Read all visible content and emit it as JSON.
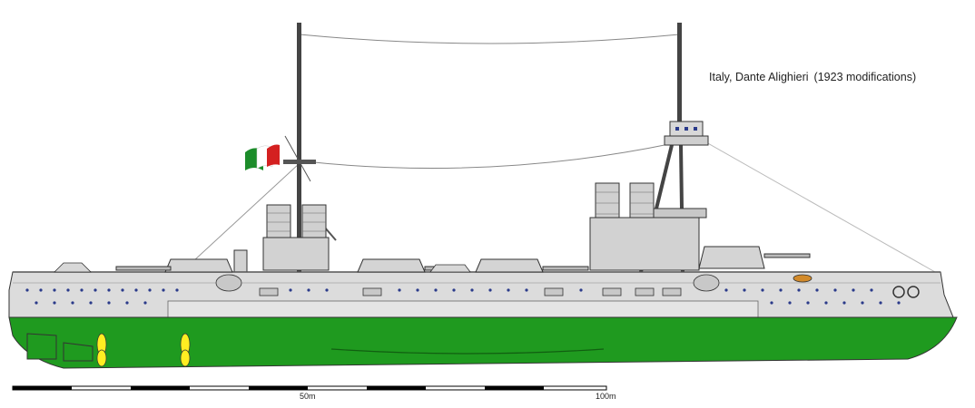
{
  "caption": {
    "ship": "Italy, Dante Alighieri",
    "note": "(1923 modifications)"
  },
  "scale": {
    "label_mid": "50m",
    "label_end": "100m"
  },
  "colors": {
    "hull": "#dcdcdc",
    "hull_outline": "#333333",
    "underwater": "#1f9a1f",
    "superstructure": "#d2d2d2",
    "propeller": "#ffee22",
    "flag_green": "#1c8c2a",
    "flag_red": "#d42020",
    "portholes": "#2a3a8a"
  }
}
